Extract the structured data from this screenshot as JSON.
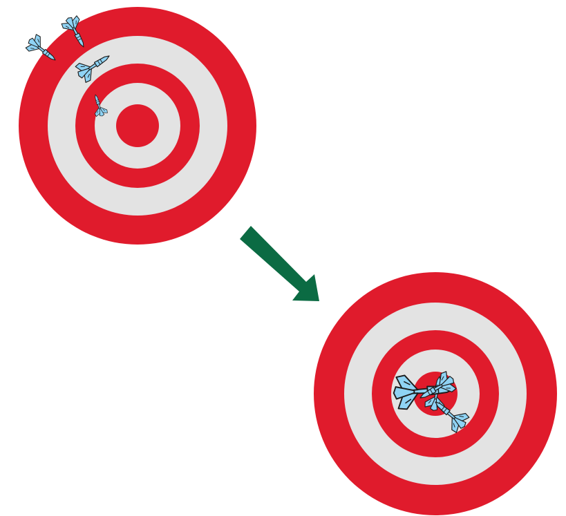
{
  "colors": {
    "ring_red": "#e01b2c",
    "ring_light": "#e3e3e3",
    "dart_fill": "#8fd3f4",
    "dart_outline": "#1c1c1c",
    "arrow_green": "#0b6b43",
    "background": "#ffffff"
  },
  "icons": {
    "target": "bullseye-target-icon",
    "dart": "dart-icon",
    "arrow": "down-right-arrow-icon"
  },
  "targets": [
    {
      "name": "before-target",
      "darts": 4
    },
    {
      "name": "after-target",
      "darts": 4
    }
  ]
}
